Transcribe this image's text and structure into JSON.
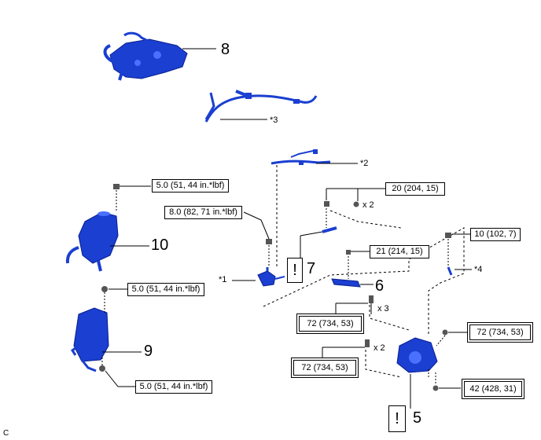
{
  "parts": {
    "p8": "8",
    "p10": "10",
    "p9": "9",
    "p7": "7",
    "p6": "6",
    "p5": "5"
  },
  "notes": {
    "n3": "*3",
    "n2": "*2",
    "n1": "*1",
    "n4": "*4"
  },
  "torques": {
    "t10": "5.0 (51, 44 in.*lbf)",
    "t_sensor": "8.0 (82, 71 in.*lbf)",
    "t9_top": "5.0 (51, 44 in.*lbf)",
    "t9_bottom": "5.0 (51, 44 in.*lbf)",
    "t_20": "20 (204, 15)",
    "t_21": "21 (214, 15)",
    "t_10": "10 (102, 7)",
    "t_72a": "72 (734, 53)",
    "t_72b": "72 (734, 53)",
    "t_72c": "72 (734, 53)",
    "t_42": "42 (428, 31)"
  },
  "counts": {
    "x2a": "x 2",
    "x3": "x 3",
    "x2b": "x 2"
  },
  "symbols": {
    "caution": "!"
  },
  "corner": "C",
  "colors": {
    "part_blue": "#1a3fd1",
    "part_dark": "#0a1f8f",
    "line": "#000000"
  }
}
